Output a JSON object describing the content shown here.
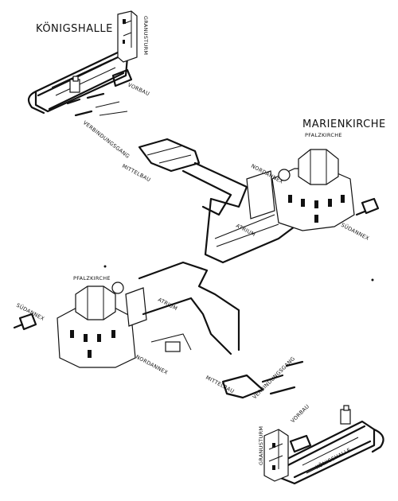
{
  "labels": {
    "koenigshalle_top": "KÖNIGSHALLE",
    "granusturm_top": "GRANUSTURM",
    "vorbau_top": "VORBAU",
    "verbindungsgang_top": "VERBINDUNGSGANG",
    "marienkirche": "MARIENKIRCHE",
    "pfalzkirche_top": "PFALZKIRCHE",
    "mittelbau_top": "MITTELBAU",
    "nordannex_top": "NORDANNEX",
    "atrium_top": "ATRIUM",
    "suedannex_top": "SÜDANNEX",
    "pfalzkirche_bottom": "PFALZKIRCHE",
    "suedannex_bottom": "SÜDANNEX",
    "atrium_bottom": "ATRIUM",
    "nordannex_bottom": "NORDANNEX",
    "mittelbau_bottom": "MITTELBAU",
    "verbindungsgang_bottom": "VERBINDUNGSGANG",
    "vorbau_bottom": "VORBAU",
    "granusturm_bottom": "GRANUSTURM",
    "koenigshalle_bottom": "KÖNIGSHALLE"
  }
}
